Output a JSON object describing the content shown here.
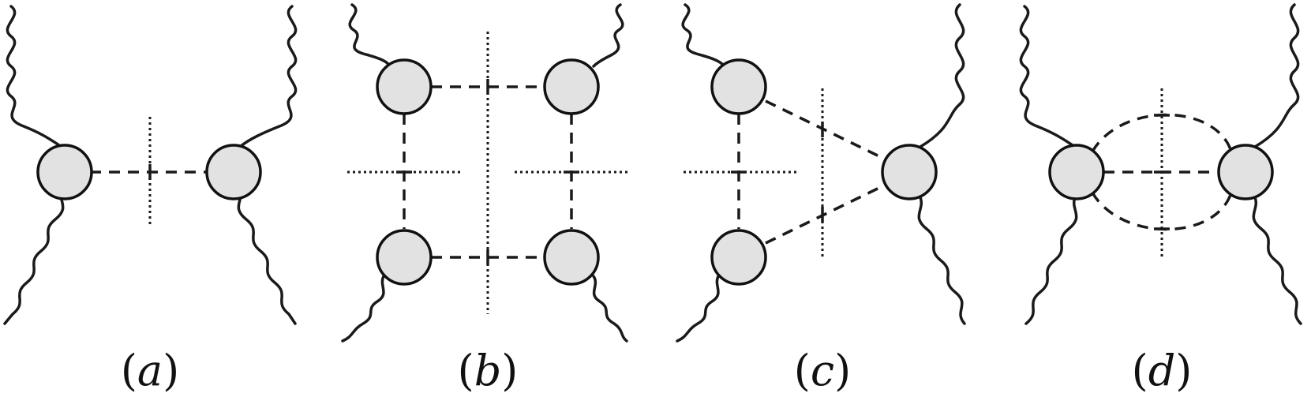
{
  "panels": [
    {
      "label": "a"
    },
    {
      "label": "b"
    },
    {
      "label": "c"
    },
    {
      "label": "d"
    }
  ],
  "caption_open": "(",
  "caption_close": ")",
  "colors": {
    "vertex_fill": "#e2e2e2",
    "line": "#1a1a1a"
  }
}
